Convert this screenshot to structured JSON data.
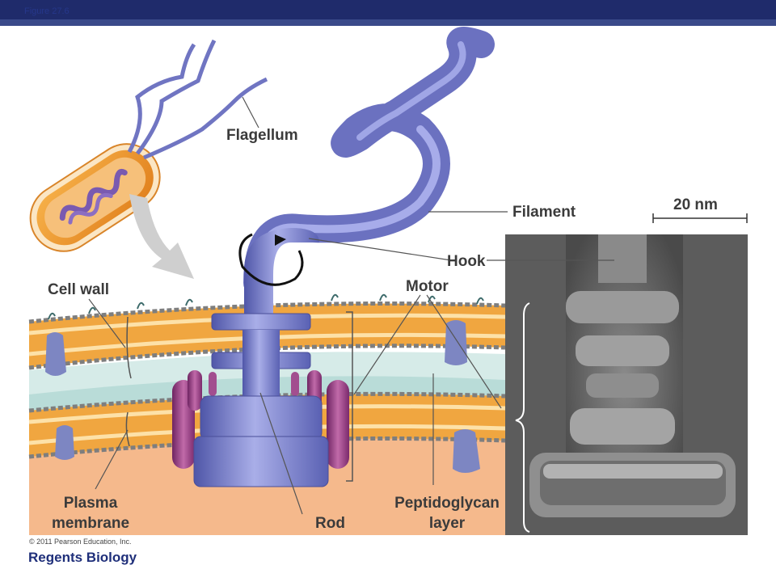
{
  "header": {
    "figure_tag": "Figure 27.6"
  },
  "labels": {
    "flagellum": "Flagellum",
    "filament": "Filament",
    "hook": "Hook",
    "motor": "Motor",
    "cell_wall": "Cell wall",
    "plasma_membrane_line1": "Plasma",
    "plasma_membrane_line2": "membrane",
    "rod": "Rod",
    "peptidoglycan_line1": "Peptidoglycan",
    "peptidoglycan_line2": "layer",
    "scale": "20 nm"
  },
  "footer": {
    "credit": "© 2011 Pearson Education, Inc.",
    "title": "Regents Biology"
  },
  "colors": {
    "header_bar": "#1f2b6b",
    "footer_text": "#1f2f7a",
    "motor_blue": "#7f86cf",
    "membrane_orange": "#f0a640",
    "cytoplasm": "#f5b98c",
    "protein_purple": "#9b3f86",
    "em_background": "#5a5a5a"
  }
}
